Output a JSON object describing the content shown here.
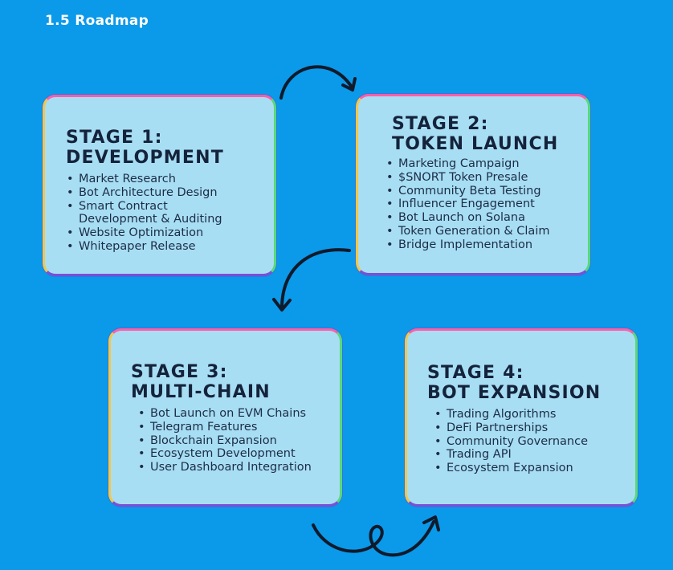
{
  "page": {
    "title": "1.5 Roadmap"
  },
  "stages": [
    {
      "title_line1": "STAGE 1:",
      "title_line2": "DEVELOPMENT",
      "items": [
        "Market Research",
        "Bot Architecture Design",
        "Smart Contract Development & Auditing",
        "Website Optimization",
        "Whitepaper Release"
      ]
    },
    {
      "title_line1": "STAGE 2:",
      "title_line2": "TOKEN LAUNCH",
      "items": [
        "Marketing Campaign",
        "$SNORT Token Presale",
        "Community Beta Testing",
        "Influencer Engagement",
        "Bot Launch on Solana",
        "Token Generation & Claim",
        "Bridge Implementation"
      ]
    },
    {
      "title_line1": "STAGE 3:",
      "title_line2": "MULTI-CHAIN",
      "items": [
        "Bot Launch on EVM Chains",
        "Telegram Features",
        "Blockchain Expansion",
        "Ecosystem Development",
        "User Dashboard Integration"
      ]
    },
    {
      "title_line1": "STAGE 4:",
      "title_line2": "BOT EXPANSION",
      "items": [
        "Trading Algorithms",
        "DeFi Partnerships",
        "Community Governance",
        "Trading API",
        "Ecosystem Expansion"
      ]
    }
  ],
  "colors": {
    "background": "#0b99ea",
    "card_fill": "#a8def4",
    "title_text": "#14233b",
    "arrow": "#0f1a2b"
  },
  "icons": [
    "arrow-stage1-to-stage2-icon",
    "arrow-stage2-to-stage3-icon",
    "arrow-stage3-to-stage4-icon"
  ]
}
